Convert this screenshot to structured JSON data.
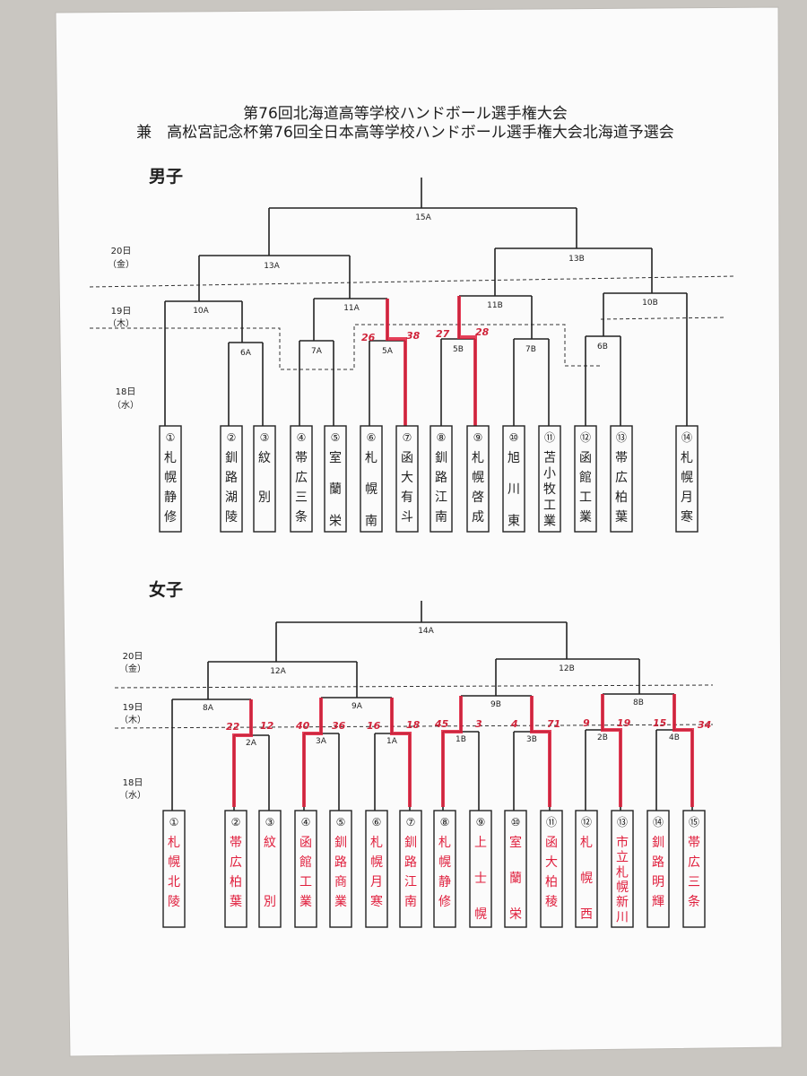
{
  "title": {
    "line1": "第76回北海道高等学校ハンドボール選手権大会",
    "line2": "兼　高松宮記念杯第76回全日本高等学校ハンドボール選手権大会北海道予選会"
  },
  "men": {
    "label": "男子",
    "days": {
      "d20": {
        "date": "20日",
        "dow": "（金）"
      },
      "d19": {
        "date": "19日",
        "dow": "（木）"
      },
      "d18": {
        "date": "18日",
        "dow": "（水）"
      }
    },
    "matches": {
      "final": "15A",
      "13A": "13A",
      "13B": "13B",
      "10A": "10A",
      "11A": "11A",
      "11B": "11B",
      "10B": "10B",
      "6A": "6A",
      "7A": "7A",
      "5A": "5A",
      "5B": "5B",
      "7B": "7B",
      "6B": "6B"
    },
    "scores": {
      "s6": "26",
      "s7": "38",
      "s8": "27",
      "s9": "28"
    },
    "teams": [
      {
        "num": "①",
        "name": "札幌静修"
      },
      {
        "num": "②",
        "name": "釧路湖陵"
      },
      {
        "num": "③",
        "name": "紋　別"
      },
      {
        "num": "④",
        "name": "帯広三条"
      },
      {
        "num": "⑤",
        "name": "室　蘭　栄"
      },
      {
        "num": "⑥",
        "name": "札　幌　南"
      },
      {
        "num": "⑦",
        "name": "函大有斗"
      },
      {
        "num": "⑧",
        "name": "釧路江南"
      },
      {
        "num": "⑨",
        "name": "札幌啓成"
      },
      {
        "num": "⑩",
        "name": "旭　川　東"
      },
      {
        "num": "⑪",
        "name": "苫小牧工業"
      },
      {
        "num": "⑫",
        "name": "函館工業"
      },
      {
        "num": "⑬",
        "name": "帯広柏葉"
      },
      {
        "num": "⑭",
        "name": "札幌月寒"
      }
    ]
  },
  "women": {
    "label": "女子",
    "days": {
      "d20": {
        "date": "20日",
        "dow": "（金）"
      },
      "d19": {
        "date": "19日",
        "dow": "（木）"
      },
      "d18": {
        "date": "18日",
        "dow": "（水）"
      }
    },
    "matches": {
      "final": "14A",
      "12A": "12A",
      "12B": "12B",
      "8A": "8A",
      "9A": "9A",
      "9B": "9B",
      "8B": "8B",
      "2A": "2A",
      "3A": "3A",
      "1A": "1A",
      "1B": "1B",
      "3B": "3B",
      "2B": "2B",
      "4B": "4B"
    },
    "scores": {
      "s2": "22",
      "s3": "12",
      "s4": "40",
      "s5": "36",
      "s6": "16",
      "s7": "18",
      "s8": "45",
      "s9": "3",
      "s10": "4",
      "s11": "71",
      "s12": "9",
      "s13": "19",
      "s14": "15",
      "s15": "34"
    },
    "teams": [
      {
        "num": "①",
        "name": "札幌北陵"
      },
      {
        "num": "②",
        "name": "帯広柏葉"
      },
      {
        "num": "③",
        "name": "紋　　別"
      },
      {
        "num": "④",
        "name": "函館工業"
      },
      {
        "num": "⑤",
        "name": "釧路商業"
      },
      {
        "num": "⑥",
        "name": "札幌月寒"
      },
      {
        "num": "⑦",
        "name": "釧路江南"
      },
      {
        "num": "⑧",
        "name": "札幌静修"
      },
      {
        "num": "⑨",
        "name": "上　士　幌"
      },
      {
        "num": "⑩",
        "name": "室　蘭　栄"
      },
      {
        "num": "⑪",
        "name": "函大柏稜"
      },
      {
        "num": "⑫",
        "name": "札　幌　西"
      },
      {
        "num": "⑬",
        "name": "市立札幌新川"
      },
      {
        "num": "⑭",
        "name": "釧路明輝"
      },
      {
        "num": "⑮",
        "name": "帯広三条"
      }
    ]
  },
  "colors": {
    "ink": "#1e1e1e",
    "marker_red": "#e01e3c",
    "paper": "#fbfbfb",
    "wall": "#c9c6c1"
  }
}
